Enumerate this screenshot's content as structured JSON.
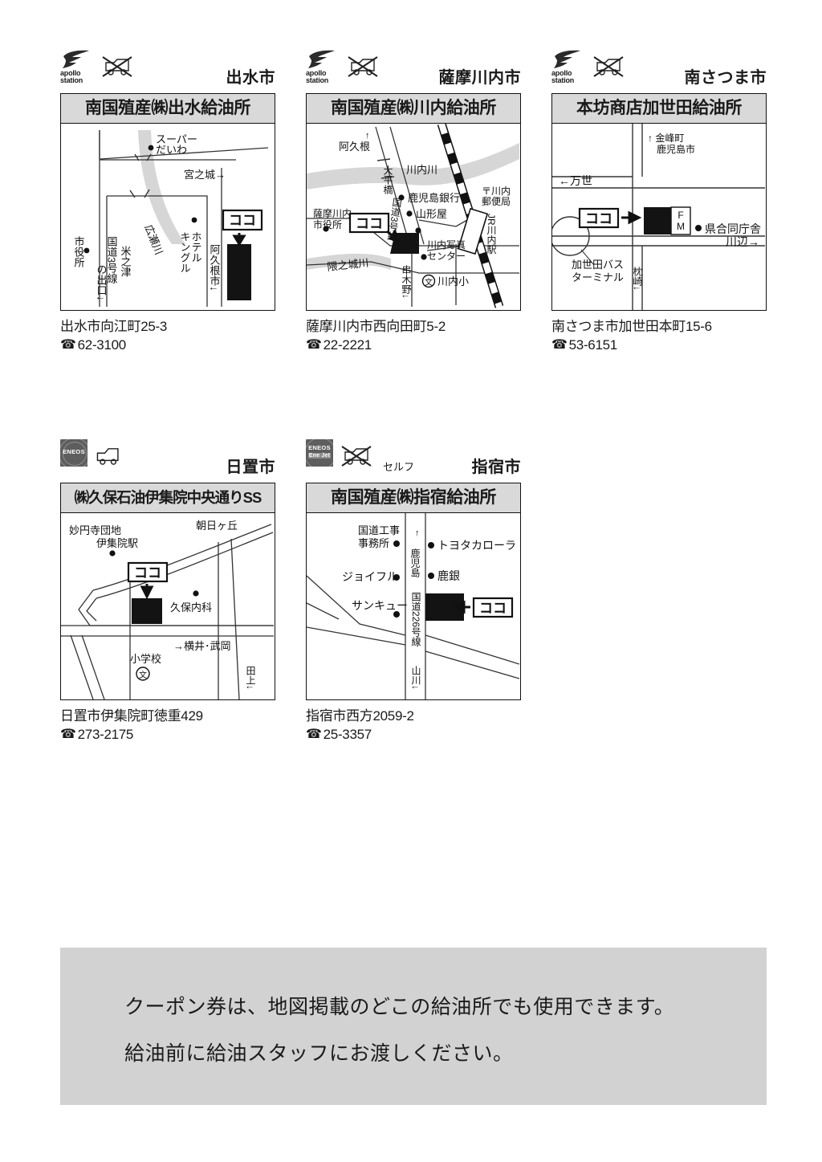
{
  "page": {
    "background": "#ffffff",
    "accent_gray": "#d9d9d9",
    "notice_bg": "#d2d2d2"
  },
  "stations": [
    {
      "id": "izumi",
      "city": "出水市",
      "brand": "apollo-station",
      "brand_line1": "apollo",
      "brand_line2": "station",
      "self_service": false,
      "self_label": "",
      "name": "南国殖産㈱出水給油所",
      "address": "出水市向江町25-3",
      "phone": "62-3100",
      "map_labels": [
        "スーパー",
        "だいわ",
        "宮之城→",
        "広瀬川",
        "ホテル",
        "キングル",
        "市役所",
        "国道3号線",
        "米之津",
        "の出口↓",
        "阿久根市↓",
        "ココ"
      ]
    },
    {
      "id": "sendai",
      "city": "薩摩川内市",
      "brand": "apollo-station",
      "brand_line1": "apollo",
      "brand_line2": "station",
      "self_service": false,
      "self_label": "",
      "name": "南国殖産㈱川内給油所",
      "address": "薩摩川内市西向田町5-2",
      "phone": "22-2221",
      "map_labels": [
        "阿久根",
        "大平橋",
        "川内川",
        "鹿児島銀行",
        "山形屋",
        "〒川内郵便局",
        "JR川内駅",
        "薩摩川内市役所",
        "川内写真センター",
        "隈之城川",
        "串木野↓",
        "㉛川内小",
        "国道3号線",
        "ココ"
      ]
    },
    {
      "id": "kaseda",
      "city": "南さつま市",
      "brand": "apollo-station",
      "brand_line1": "apollo",
      "brand_line2": "station",
      "self_service": false,
      "self_label": "",
      "name": "本坊商店加世田給油所",
      "address": "南さつま市加世田本町15-6",
      "phone": "53-6151",
      "map_labels": [
        "↑金峰町",
        "鹿児島市",
        "←万世",
        "県合同庁舎",
        "川辺→",
        "加世田バスターミナル",
        "枕崎↓",
        "F",
        "M",
        "ココ"
      ]
    },
    {
      "id": "ijuin",
      "city": "日置市",
      "brand": "eneos",
      "brand_line1": "ENEOS",
      "brand_line2": "",
      "self_service": false,
      "self_label": "",
      "name": "㈱久保石油伊集院中央通りSS",
      "address": "日置市伊集院町徳重429",
      "phone": "273-2175",
      "map_labels": [
        "妙円寺団地",
        "伊集院駅",
        "朝日ヶ丘",
        "久保内科",
        "→横井・武岡",
        "小学校",
        "㉛",
        "田上↓",
        "ココ"
      ]
    },
    {
      "id": "ibusuki",
      "city": "指宿市",
      "brand": "eneos-enejet",
      "brand_line1": "ENEOS",
      "brand_line2": "Ene Jet",
      "self_service": true,
      "self_label": "セルフ",
      "name": "南国殖産㈱指宿給油所",
      "address": "指宿市西方2059-2",
      "phone": "25-3357",
      "map_labels": [
        "国道工事事務所",
        "↑鹿児島",
        "トヨタカローラ",
        "ジョイフル",
        "鹿銀",
        "サンキュー",
        "国道226号線",
        "山川↓",
        "ココ"
      ]
    }
  ],
  "notice": {
    "line1": "クーポン券は、地図掲載のどこの給油所でも使用できます。",
    "line2": "給油前に給油スタッフにお渡しください。"
  }
}
